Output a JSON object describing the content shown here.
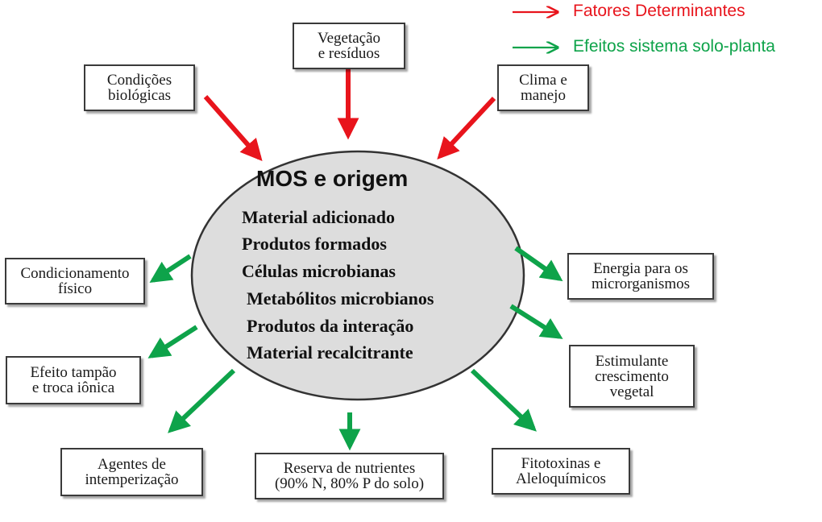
{
  "colors": {
    "red": "#e8141c",
    "green": "#0ea34a",
    "ellipse_fill": "#dddddd"
  },
  "legend": {
    "determinants": "Fatores Determinantes",
    "effects": "Efeitos sistema solo-planta"
  },
  "center": {
    "title": "MOS e origem",
    "items": [
      "Material adicionado",
      "Produtos formados",
      "Células microbianas",
      "Metabólitos microbianos",
      "Produtos da interação",
      "Material recalcitrante"
    ]
  },
  "factors": {
    "vegetation": [
      "Vegetação",
      "e resíduos"
    ],
    "biological": [
      "Condições",
      "biológicas"
    ],
    "climate": [
      "Clima e",
      "manejo"
    ]
  },
  "effects": {
    "physical": [
      "Condicionamento",
      "físico"
    ],
    "buffer": [
      "Efeito tampão",
      "e troca iônica"
    ],
    "weathering": [
      "Agentes de",
      "intemperização"
    ],
    "nutrients": [
      "Reserva de nutrientes",
      "(90% N, 80% P do solo)"
    ],
    "phytotoxins": [
      "Fitotoxinas e",
      "Aleloquímicos"
    ],
    "growth": [
      "Estimulante",
      "crescimento",
      "vegetal"
    ],
    "energy": [
      "Energia para os",
      "microrganismos"
    ]
  }
}
